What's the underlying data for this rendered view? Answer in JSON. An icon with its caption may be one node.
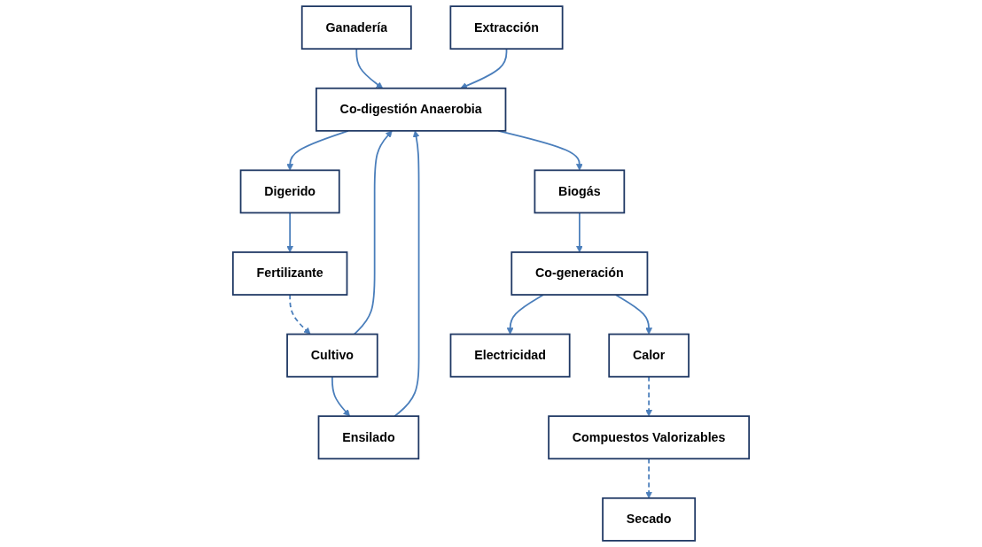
{
  "diagram": {
    "nodes": [
      {
        "text": [
          "Ganadería"
        ]
      },
      {
        "text": [
          "Cultivo"
        ]
      },
      {
        "text": [
          "Secado"
        ]
      },
      {
        "text": [
          "Ensilado"
        ]
      },
      {
        "text": [
          "Extracción"
        ]
      },
      {
        "text": [
          "Compuestos Valorizables"
        ]
      },
      {
        "text": [
          "Co-digestión Anaerobia"
        ]
      },
      {
        "text": [
          "Biogás"
        ]
      },
      {
        "text": [
          "Calor"
        ]
      },
      {
        "text": [
          "Co-generación"
        ]
      },
      {
        "text": [
          "Electricidad"
        ]
      },
      {
        "text": [
          "Digerido"
        ]
      },
      {
        "text": [
          "Fertilizante"
        ]
      }
    ],
    "edges": [
      {
        "from": 0,
        "to": 6,
        "arrow": "to"
      },
      {
        "from": 1,
        "to": 6,
        "arrow": "to"
      },
      {
        "from": 1,
        "to": 3,
        "arrow": "to"
      },
      {
        "from": 3,
        "to": 6,
        "arrow": "to"
      },
      {
        "from": 4,
        "to": 6,
        "arrow": "to"
      },
      {
        "from": 5,
        "to": 2,
        "arrow": "to",
        "style": "dashed"
      },
      {
        "from": 8,
        "to": 5,
        "arrow": "to",
        "style": "dashed"
      },
      {
        "from": 6,
        "to": 7,
        "arrow": "to"
      },
      {
        "from": 6,
        "to": 11,
        "arrow": "to"
      },
      {
        "from": 7,
        "to": 9,
        "arrow": "to"
      },
      {
        "from": 9,
        "to": 8,
        "arrow": "to"
      },
      {
        "from": 9,
        "to": 10,
        "arrow": "to"
      },
      {
        "from": 11,
        "to": 12,
        "arrow": "to"
      },
      {
        "from": 12,
        "to": 1,
        "arrow": "to",
        "style": "dashed"
      }
    ]
  }
}
